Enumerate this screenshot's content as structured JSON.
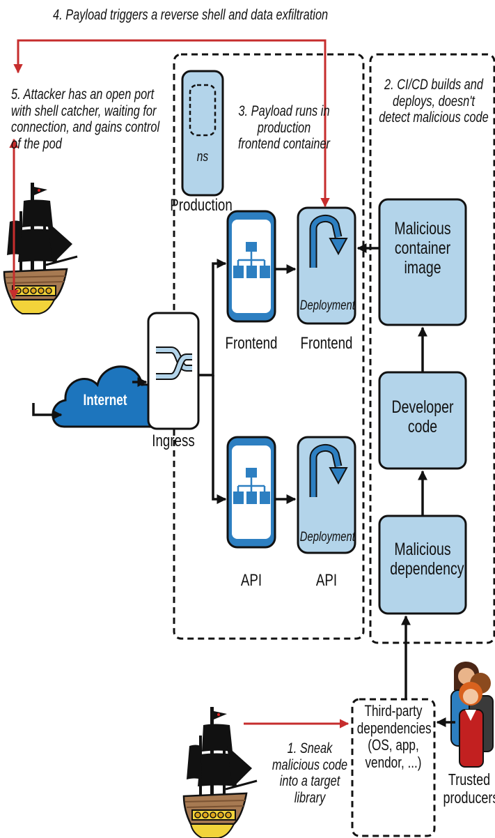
{
  "steps": {
    "step1": "1. Sneak malicious code into a target library",
    "step2": "2. CI/CD builds and deploys, doesn't detect malicious code",
    "step3": "3. Payload runs in production frontend container",
    "step4": "4. Payload triggers a reverse shell and data exfiltration",
    "step5": "5. Attacker has an open port with shell catcher, waiting for connection, and gains control of the pod"
  },
  "namespace": {
    "icon_label": "ns",
    "name": "Production"
  },
  "internet": "Internet",
  "ingress": "Ingress",
  "services": {
    "frontend_label": "Frontend",
    "api_label": "API"
  },
  "deployments": {
    "icon_label": "Deployment",
    "frontend_label": "Frontend",
    "api_label": "API"
  },
  "cicd_boxes": {
    "malicious_image": "Malicious container image",
    "developer_code": "Developer code",
    "malicious_dependency": "Malicious dependency"
  },
  "third_party": "Third-party dependencies (OS, app, vendor, ...)",
  "trusted_producers": "Trusted producers",
  "colors": {
    "attack_arrow": "#c62d2d",
    "box_fill": "#b3d4ea",
    "icon_blue": "#2d7fc1",
    "cloud_blue": "#1d75bd",
    "ship_hull": "#a77a52"
  },
  "icons": [
    "pirate-ship-icon",
    "internet-cloud-icon",
    "ingress-shuffle-icon",
    "service-network-icon",
    "deployment-rotate-icon",
    "namespace-icon",
    "people-icon"
  ]
}
